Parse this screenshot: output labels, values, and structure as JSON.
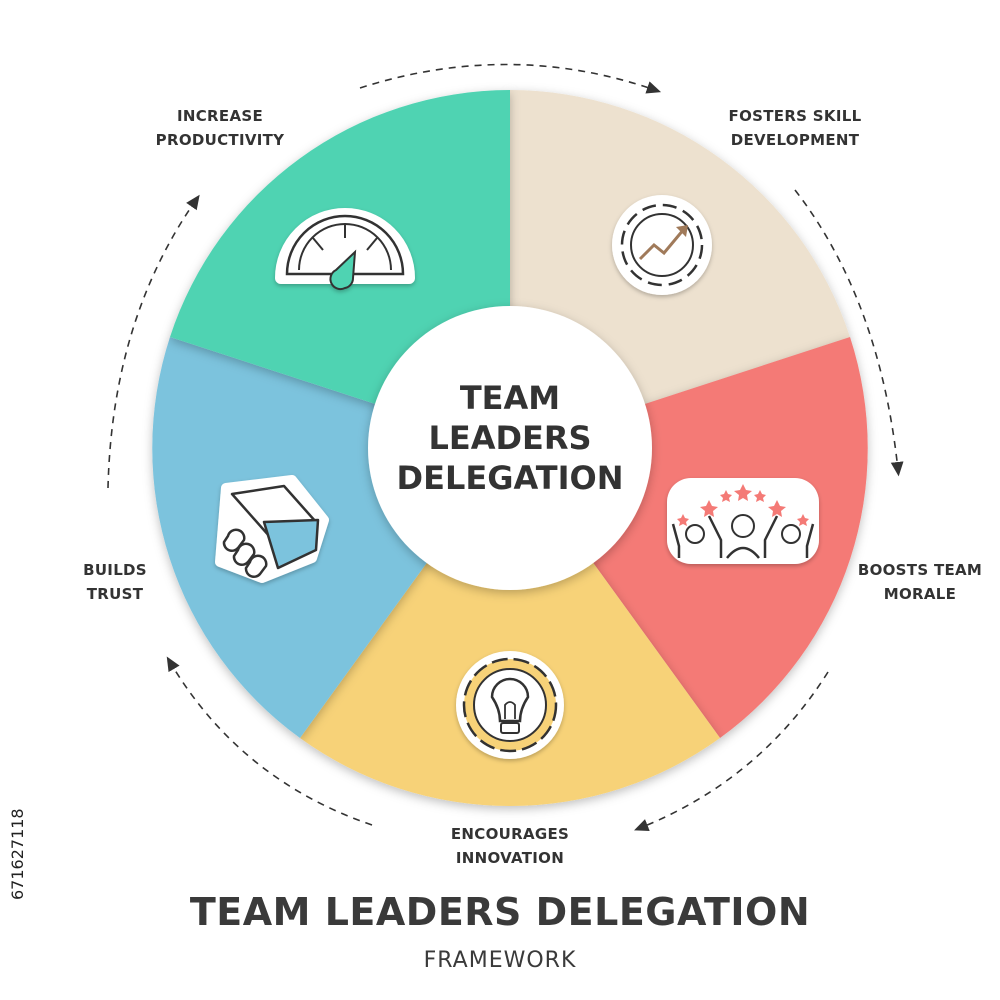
{
  "title": "TEAM LEADERS DELEGATION",
  "subtitle": "FRAMEWORK",
  "center": {
    "lines": [
      "TEAM",
      "LEADERS",
      "DELEGATION"
    ]
  },
  "segments": [
    {
      "id": "fosters-skill",
      "lines": [
        "FOSTERS SKILL",
        "DEVELOPMENT"
      ],
      "color": "#ede1cf",
      "icon": "gear-growth-arrow-icon"
    },
    {
      "id": "boosts-morale",
      "lines": [
        "BOOSTS TEAM",
        "MORALE"
      ],
      "color": "#f47a76",
      "icon": "cheering-team-stars-icon"
    },
    {
      "id": "encourages-innovation",
      "lines": [
        "ENCOURAGES",
        "INNOVATION"
      ],
      "color": "#f7d278",
      "icon": "lightbulb-gear-icon"
    },
    {
      "id": "builds-trust",
      "lines": [
        "BUILDS",
        "TRUST"
      ],
      "color": "#7cc3dd",
      "icon": "handshake-icon"
    },
    {
      "id": "increase-productivity",
      "lines": [
        "INCREASE",
        "PRODUCTIVITY"
      ],
      "color": "#4fd3b2",
      "icon": "speedometer-gauge-icon"
    }
  ],
  "stock_id": "671627118"
}
